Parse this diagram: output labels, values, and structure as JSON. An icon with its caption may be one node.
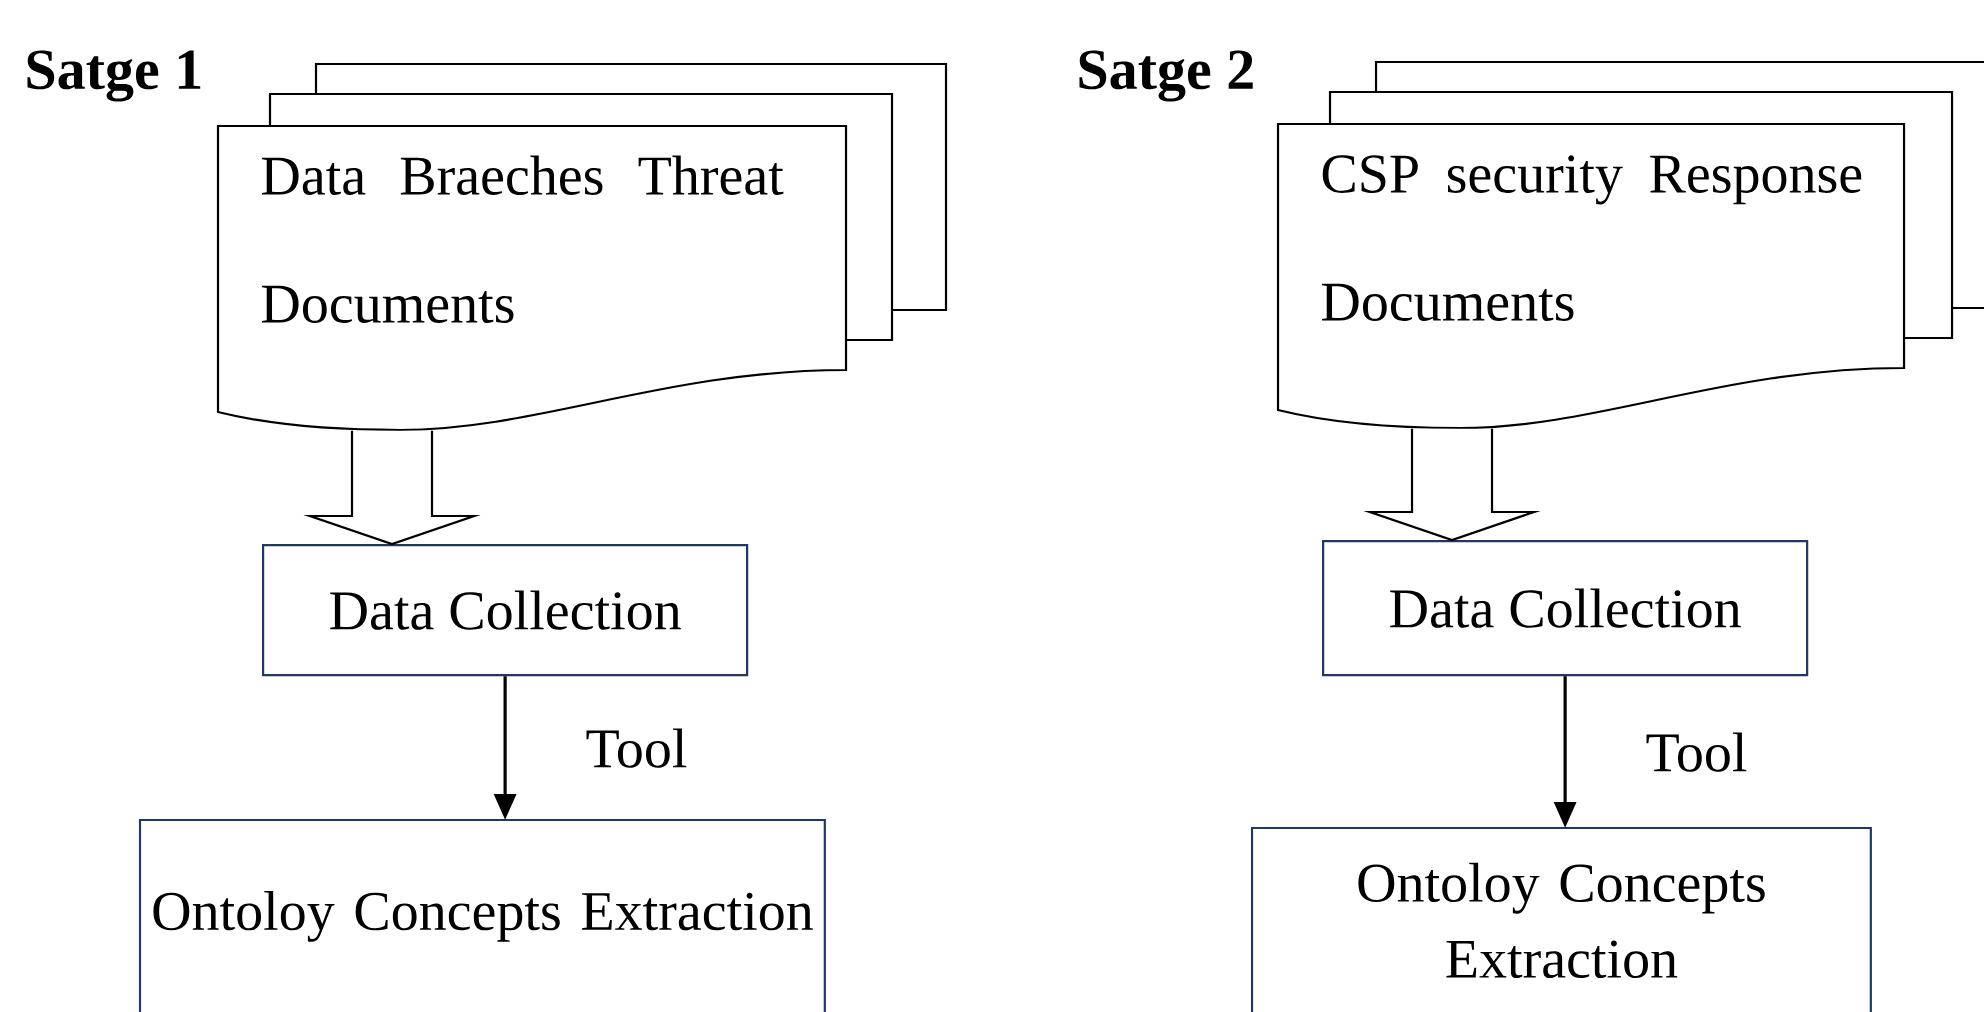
{
  "diagram": {
    "nodes": [
      {
        "text": [
          "Data Braeches Threat Documents"
        ]
      },
      {
        "text": [
          "Data Collection"
        ]
      },
      {
        "text": [
          "Ontoloy Concepts Extraction"
        ]
      },
      {
        "text": [
          "CSP security Response Documents"
        ]
      },
      {
        "text": [
          "Data Collection"
        ]
      },
      {
        "text": [
          "Ontoloy Concepts Extraction"
        ]
      }
    ],
    "edges": [
      {
        "from": 0,
        "to": 1,
        "arrow": "to",
        "style": "thick"
      },
      {
        "from": 1,
        "to": 2,
        "arrow": "to",
        "label": "Tool"
      },
      {
        "from": 3,
        "to": 4,
        "arrow": "to",
        "style": "thick"
      },
      {
        "from": 4,
        "to": 5,
        "arrow": "to",
        "label": "Tool"
      }
    ],
    "labels": [
      "Satge 1",
      "Satge 2"
    ]
  }
}
